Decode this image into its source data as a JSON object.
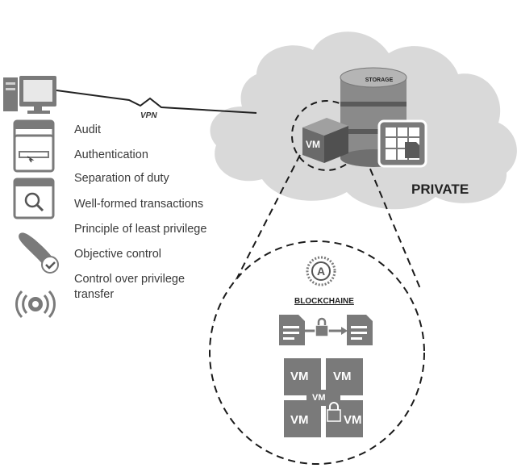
{
  "cloud": {
    "label": "PRIVATE",
    "storage_label": "STORAGE",
    "vm_label": "VM"
  },
  "link": {
    "label": "VPN"
  },
  "properties": [
    {
      "label": "Audit",
      "icon": "browser-window-icon"
    },
    {
      "label": "Authentication",
      "icon": "login-window-icon"
    },
    {
      "label": "Separation of duty",
      "icon": "search-window-icon"
    },
    {
      "label": "Well-formed transactions",
      "icon": "search-window-icon"
    },
    {
      "label": "Principle of least privilege",
      "icon": "certificate-scroll-icon"
    },
    {
      "label": "Objective control",
      "icon": "certificate-scroll-icon"
    },
    {
      "label": "Control over privilege",
      "icon": "broadcast-icon"
    },
    {
      "label": "transfer",
      "icon": "broadcast-icon"
    }
  ],
  "blockchain": {
    "label": "BLOCKCHAINE",
    "vm_grid": [
      "VM",
      "VM",
      "VM",
      "VM"
    ],
    "vm_center": "VM"
  }
}
